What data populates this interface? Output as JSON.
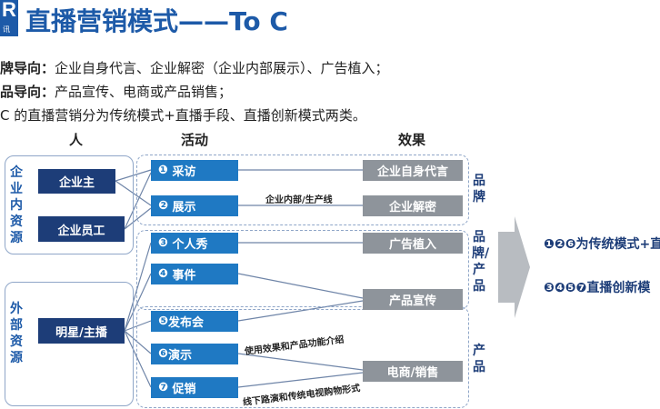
{
  "logo": {
    "mark": "R",
    "sub": "讯"
  },
  "title": "直播营销模式——To C",
  "intro": [
    {
      "label": "牌导向：",
      "text": "企业自身代言、企业解密（企业内部展示）、广告植入；"
    },
    {
      "label": "品导向：",
      "text": "产品宣传、电商或产品销售；"
    },
    {
      "label": "",
      "text": "C 的直播营销分为传统模式+直播手段、直播创新模式两类。"
    }
  ],
  "headers": {
    "people": "人",
    "activity": "活动",
    "effect": "效果"
  },
  "groups": {
    "internal": "企业内资源",
    "external": "外部资源"
  },
  "people": [
    {
      "label": "企业主"
    },
    {
      "label": "企业员工"
    },
    {
      "label": "明星/主播"
    }
  ],
  "activities": [
    {
      "num": "❶",
      "label": "采访"
    },
    {
      "num": "❷",
      "label": "展示"
    },
    {
      "num": "❸",
      "label": "个人秀"
    },
    {
      "num": "❹",
      "label": "事件"
    },
    {
      "num": "❺",
      "label": "发布会"
    },
    {
      "num": "❻",
      "label": "演示"
    },
    {
      "num": "❼",
      "label": "促销"
    }
  ],
  "effects": [
    {
      "label": "企业自身代言"
    },
    {
      "label": "企业解密"
    },
    {
      "label": "广告植入"
    },
    {
      "label": "产品宣传"
    },
    {
      "label": "电商/销售"
    }
  ],
  "edge_labels": {
    "internal_line": "企业内部/生产线",
    "demo": "使用效果和产品功能介绍",
    "promo": "线下路演和传统电视购物形式"
  },
  "categories": {
    "brand": "品牌",
    "brand_product": "品牌/产品",
    "product": "产品"
  },
  "summary": [
    "❶❷❻为传统模式+直",
    "❸❹❺❼直播创新模"
  ],
  "colors": {
    "navy": "#1d3d78",
    "blue": "#1f79c3",
    "gray": "#8e949b",
    "arrow": "#b8bcc1"
  }
}
